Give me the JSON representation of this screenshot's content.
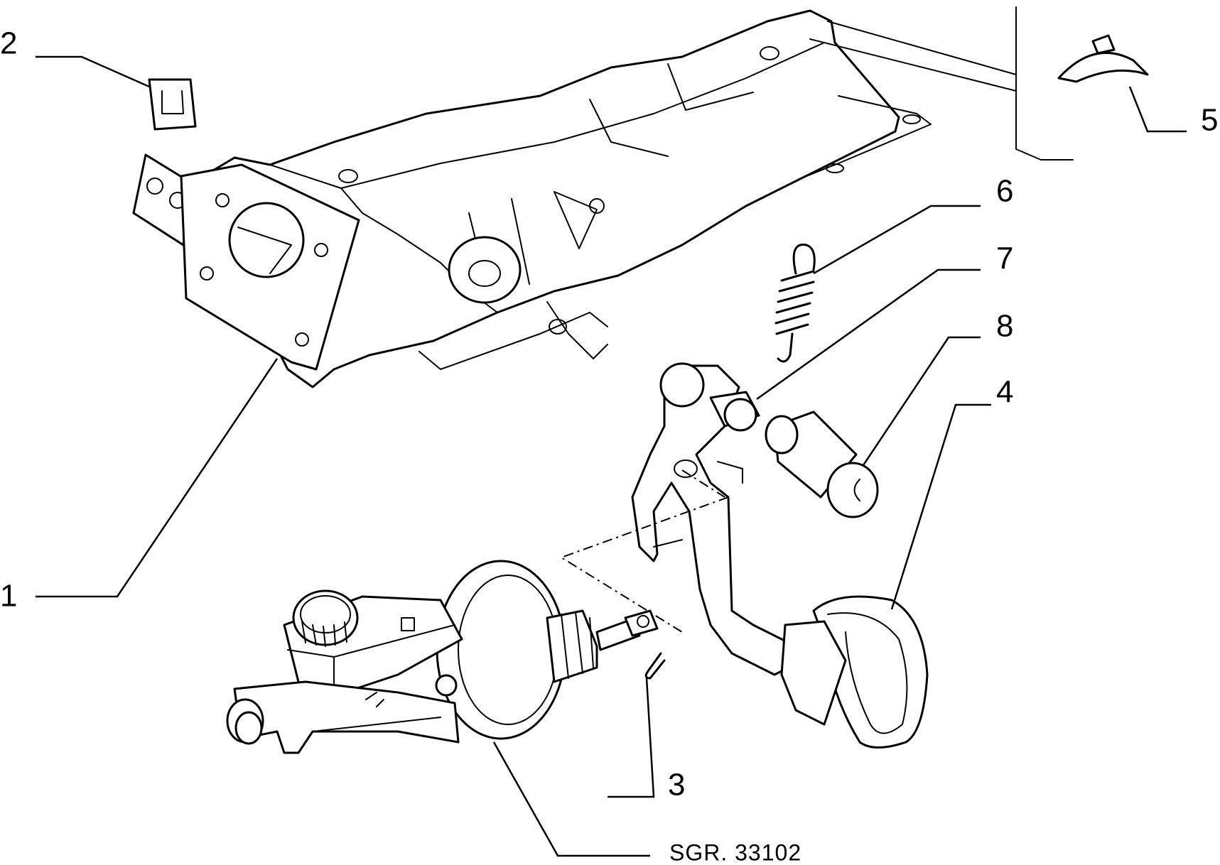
{
  "callouts": {
    "c1": "1",
    "c2": "2",
    "c3": "3",
    "c4": "4",
    "c5": "5",
    "c6": "6",
    "c7": "7",
    "c8": "8"
  },
  "drawing_code": "SGR. 33102"
}
